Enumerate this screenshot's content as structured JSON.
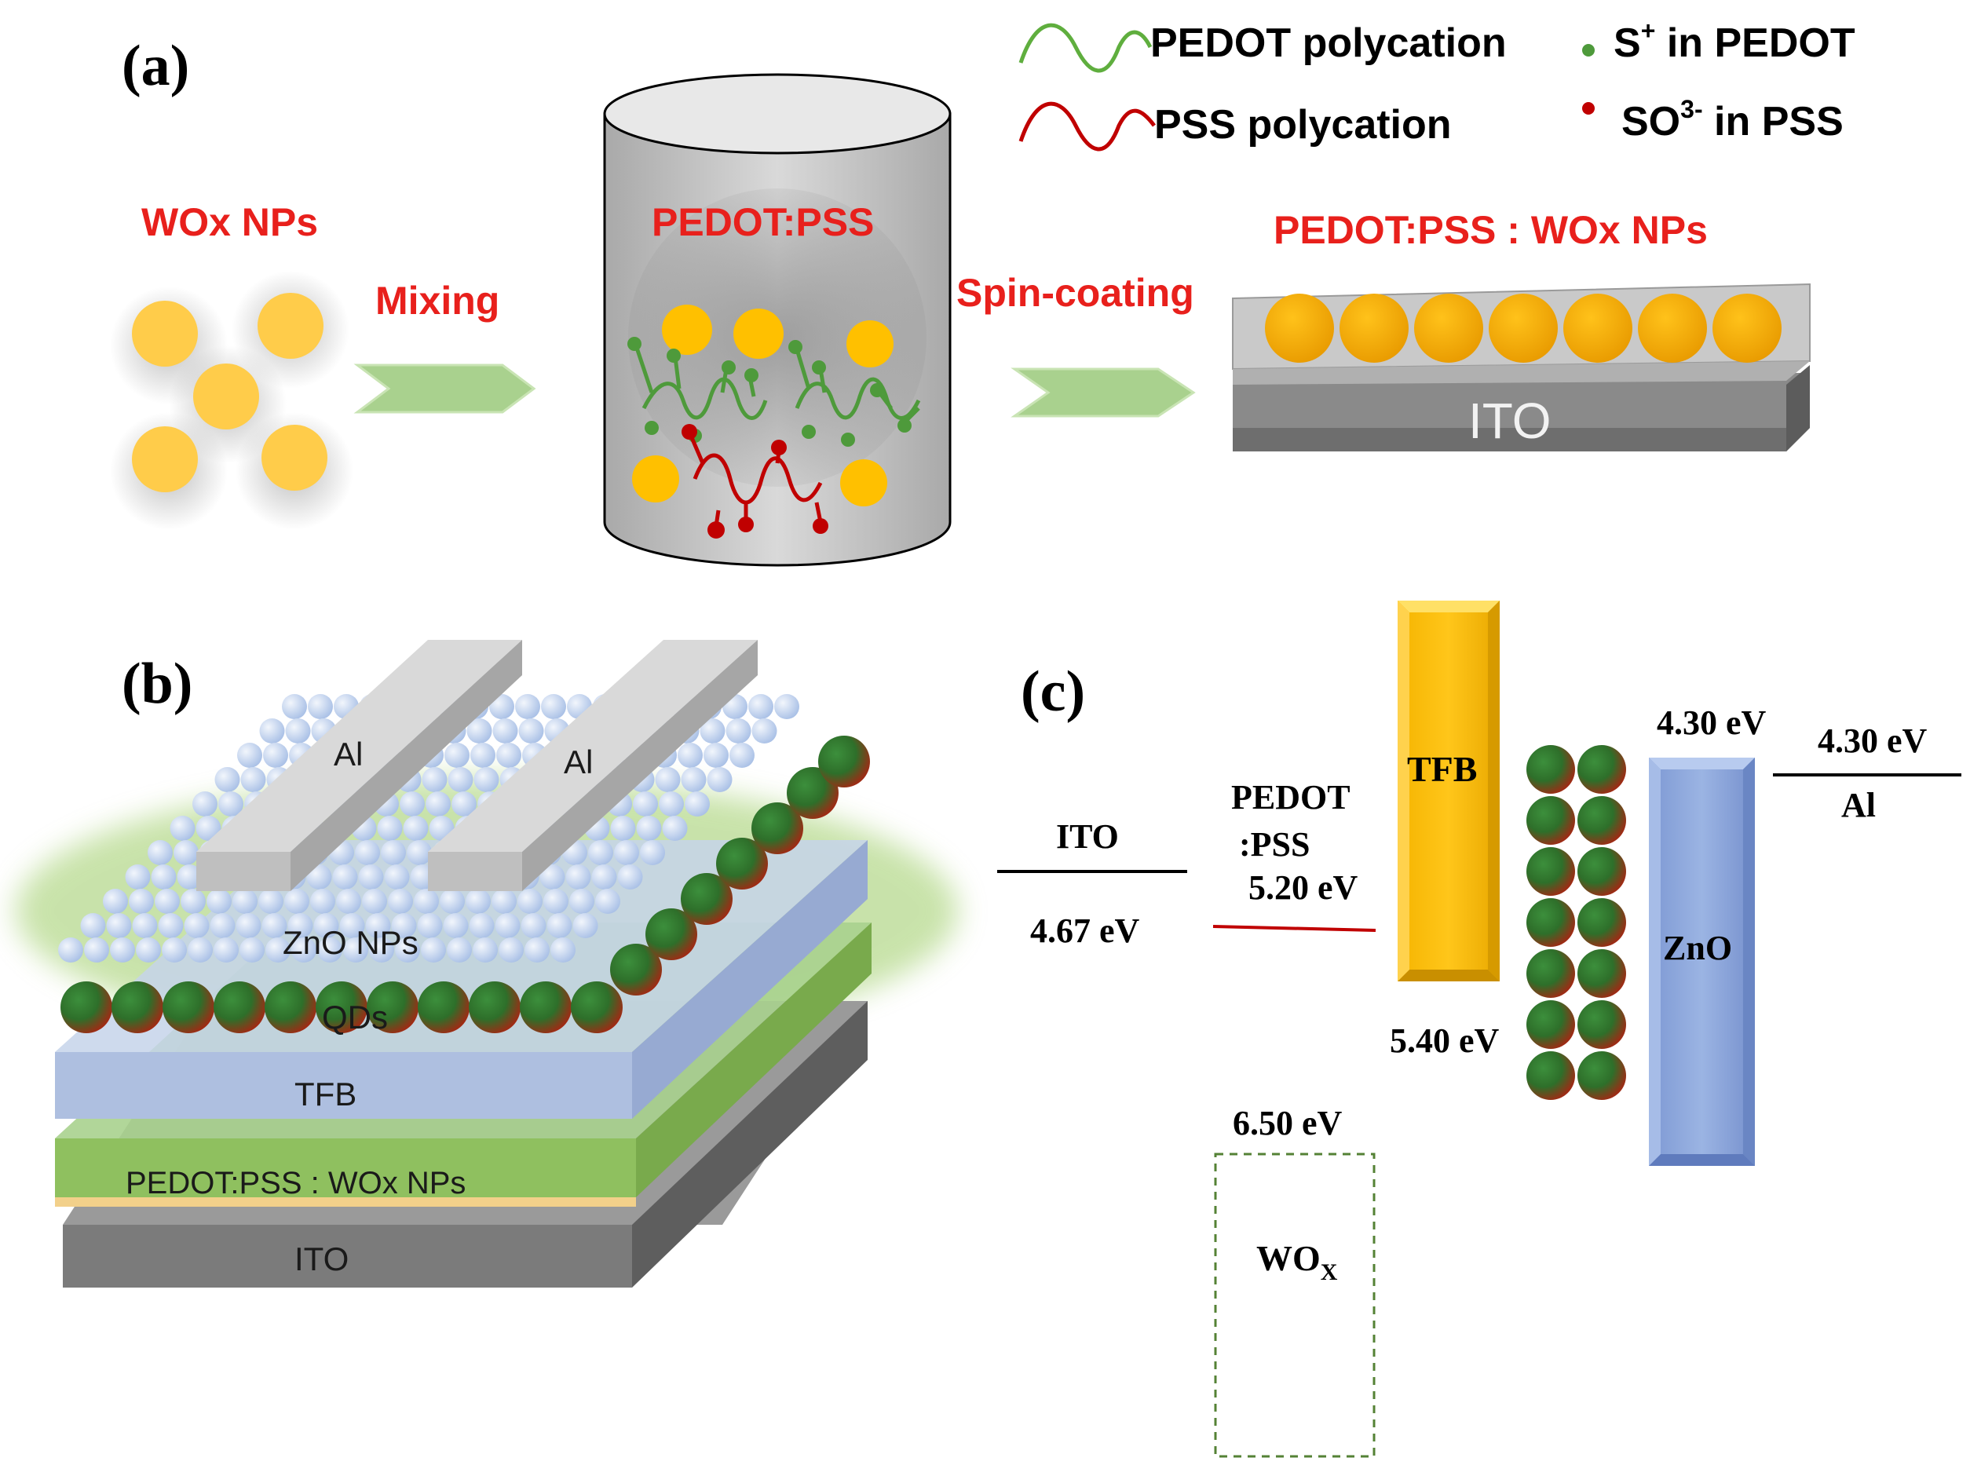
{
  "panel_labels": {
    "a": "(a)",
    "b": "(b)",
    "c": "(c)"
  },
  "legend": {
    "pedot_polycation": "PEDOT polycation",
    "pss_polycation": "PSS polycation",
    "s_plus_prefix": "S",
    "s_plus_sup": "+",
    "s_plus_suffix": " in PEDOT",
    "so3_prefix": "SO",
    "so3_sup": "3-",
    "so3_suffix": " in PSS"
  },
  "panel_a": {
    "wox_nps": "WOx NPs",
    "mixing": "Mixing",
    "pedot_pss": "PEDOT:PSS",
    "spin_coating": "Spin-coating",
    "film_title": "PEDOT:PSS : WOx NPs",
    "ito": "ITO"
  },
  "panel_b": {
    "al_1": "Al",
    "al_2": "Al",
    "zno_nps": "ZnO NPs",
    "qds": "QDs",
    "tfb": "TFB",
    "pedot_wox": "PEDOT:PSS : WOx NPs",
    "ito": "ITO"
  },
  "panel_c": {
    "ito": "ITO",
    "ito_ev": "4.67 eV",
    "pedot_line1": "PEDOT",
    "pedot_line2": ":PSS",
    "pedot_ev": "5.20 eV",
    "tfb": "TFB",
    "tfb_ev": "5.40 eV",
    "wox_main": "WO",
    "wox_sub": "X",
    "wox_ev": "6.50 eV",
    "zno": "ZnO",
    "zno_ev": "4.30 eV",
    "al_ev": "4.30 eV",
    "al": "Al"
  },
  "colors": {
    "label_red": "#e8201c",
    "np_yellow": "#ffc000",
    "arrow_green": "#a9d18e",
    "pedot_green": "#4e9a3b",
    "pss_red": "#c00000",
    "tfb_yellow": "#ffc000",
    "zno_blue": "#8fa9dc",
    "qd_green": "#2e7d32",
    "qd_red": "#a52a1a",
    "zno_np_blue": "#c9d9f0",
    "dashed_green": "#548235"
  }
}
